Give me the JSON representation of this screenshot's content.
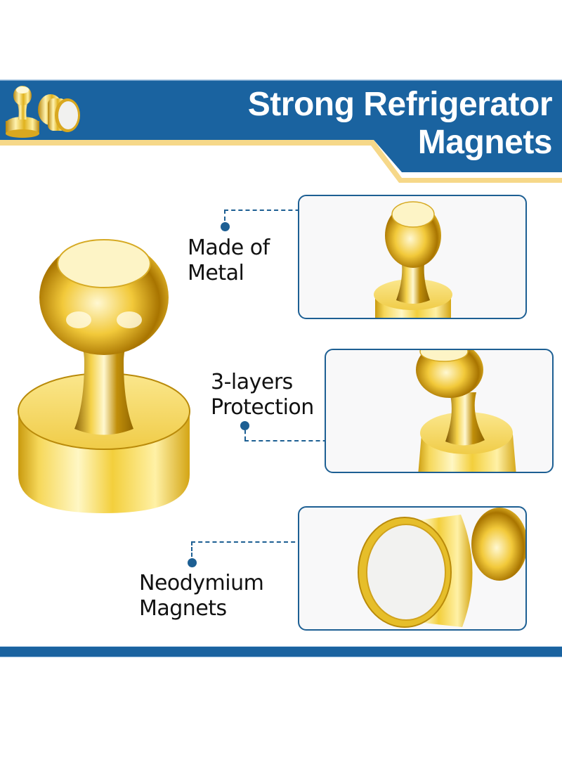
{
  "banner": {
    "title_line1": "Strong Refrigerator",
    "title_line2": "Magnets",
    "icon": "magnet-pair-icon",
    "colors": {
      "blue": "#1a63a0",
      "gold_stripe": "#f6d889"
    }
  },
  "hero": {
    "image": "gold-push-pin-magnet"
  },
  "features": [
    {
      "label_line1": "Made of",
      "label_line2": "Metal",
      "image": "push-pin-head-closeup"
    },
    {
      "label_line1": "3-layers",
      "label_line2": "Protection",
      "image": "push-pin-base-closeup"
    },
    {
      "label_line1": "Neodymium",
      "label_line2": "Magnets",
      "image": "magnet-face-closeup"
    }
  ],
  "colors": {
    "accent": "#1d5f93",
    "gold": "#e8c43a",
    "text": "#111111",
    "background": "#ffffff"
  }
}
